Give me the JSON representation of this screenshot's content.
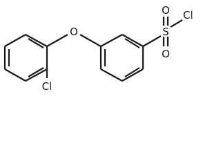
{
  "molecule": {
    "atoms": {
      "oxygen_bridge": "O",
      "chlorine_ring": "Cl",
      "sulfur": "S",
      "oxygen_sulfonyl_top": "O",
      "oxygen_sulfonyl_bottom": "O",
      "chlorine_sulfonyl": "Cl"
    }
  }
}
